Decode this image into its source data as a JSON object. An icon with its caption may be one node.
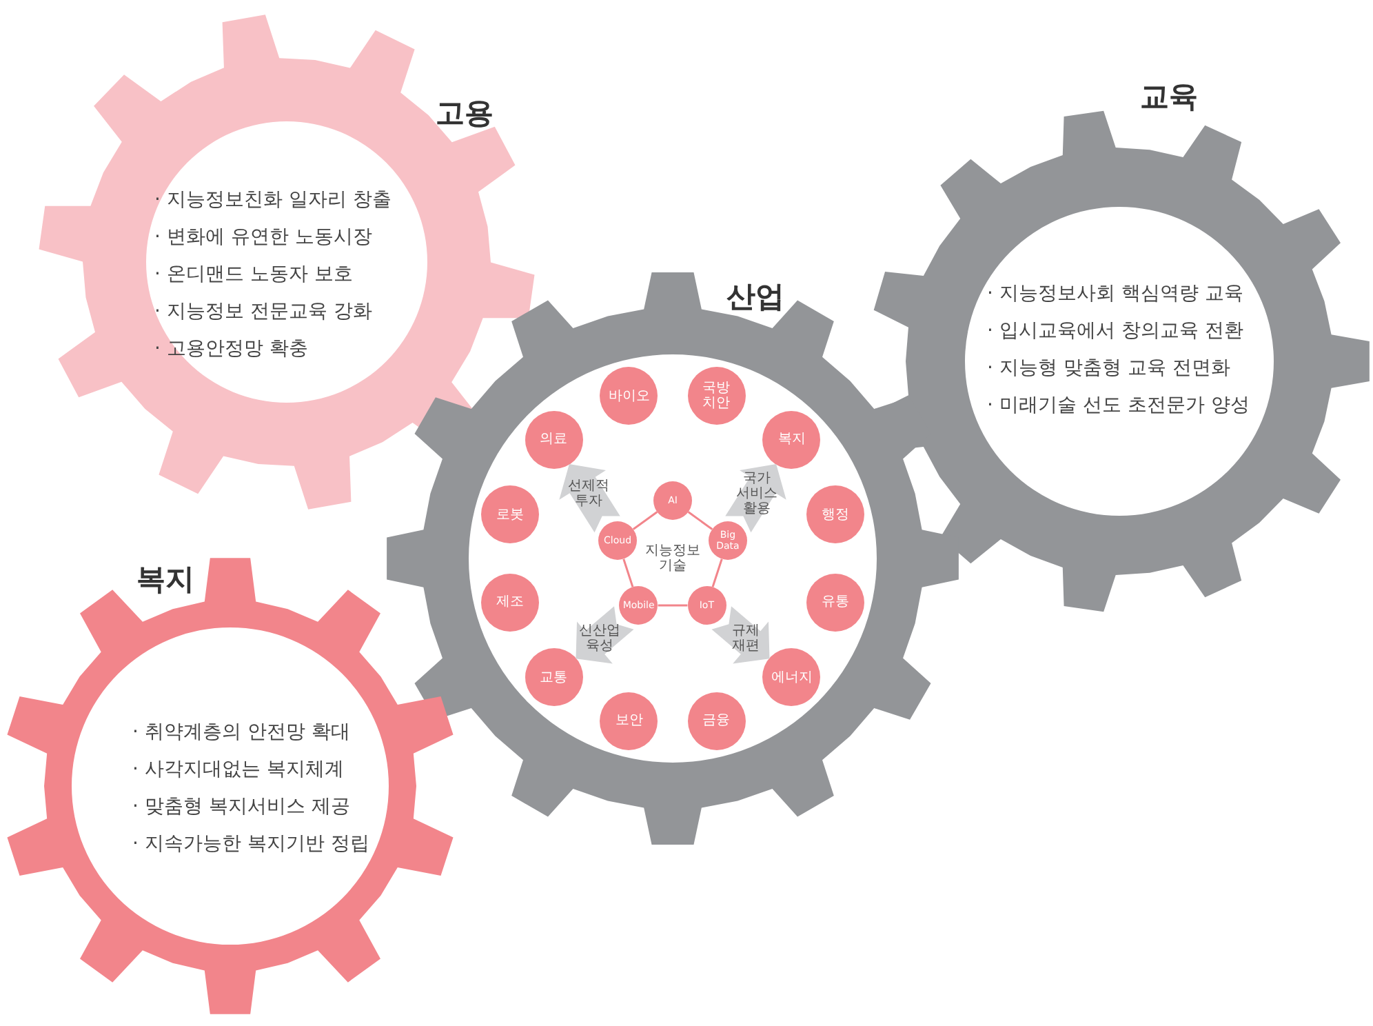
{
  "diagram": {
    "nodes": [
      {
        "text": [
          "고용",
          "· 지능정보친화 일자리 창출",
          "· 변화에 유연한 노동시장",
          "· 온디맨드 노동자 보호",
          "· 지능정보 전문교육 강화",
          "· 고용안정망 확충"
        ]
      },
      {
        "text": [
          "교육",
          "· 지능정보사회 핵심역량 교육",
          "· 입시교육에서 창의교육 전환",
          "· 지능형 맞춤형 교육 전면화",
          "· 미래기술 선도 초전문가 양성"
        ]
      },
      {
        "text": [
          "산업"
        ]
      },
      {
        "text": [
          "바이오"
        ],
        "in": 2
      },
      {
        "text": [
          "국방 치안"
        ],
        "in": 2
      },
      {
        "text": [
          "복지"
        ],
        "in": 2
      },
      {
        "text": [
          "행정"
        ],
        "in": 2
      },
      {
        "text": [
          "유통"
        ],
        "in": 2
      },
      {
        "text": [
          "에너지"
        ],
        "in": 2
      },
      {
        "text": [
          "금융"
        ],
        "in": 2
      },
      {
        "text": [
          "보안"
        ],
        "in": 2
      },
      {
        "text": [
          "교통"
        ],
        "in": 2
      },
      {
        "text": [
          "제조"
        ],
        "in": 2
      },
      {
        "text": [
          "로봇"
        ],
        "in": 2
      },
      {
        "text": [
          "의료"
        ],
        "in": 2
      },
      {
        "text": [
          "AI"
        ],
        "in": 2
      },
      {
        "text": [
          "Big Data"
        ],
        "in": 2
      },
      {
        "text": [
          "IoT"
        ],
        "in": 2
      },
      {
        "text": [
          "Mobile"
        ],
        "in": 2
      },
      {
        "text": [
          "Cloud"
        ],
        "in": 2
      },
      {
        "text": [
          "복지",
          "· 취약계층의 안전망 확대",
          "· 사각지대없는 복지체계",
          "· 맞춤형 복지서비스 제공",
          "· 지속가능한 복지기반 정립"
        ]
      }
    ],
    "edges": [
      {
        "from": 15,
        "to": 16,
        "arrow": "none"
      },
      {
        "from": 16,
        "to": 17,
        "arrow": "none"
      },
      {
        "from": 17,
        "to": 18,
        "arrow": "none"
      },
      {
        "from": 18,
        "to": 19,
        "arrow": "none"
      },
      {
        "from": 19,
        "to": 15,
        "arrow": "none"
      },
      {
        "from": 19,
        "to": 14,
        "arrow": "to",
        "label": "선제적 투자",
        "style": "thick",
        "color": "#d1d2d4"
      },
      {
        "from": 16,
        "to": 5,
        "arrow": "to",
        "label": "국가 서비스 활용",
        "style": "thick",
        "color": "#d1d2d4"
      },
      {
        "from": 18,
        "to": 11,
        "arrow": "to",
        "label": "신산업 육성",
        "style": "thick",
        "color": "#d1d2d4"
      },
      {
        "from": 17,
        "to": 8,
        "arrow": "to",
        "label": "규제 재편",
        "style": "thick",
        "color": "#d1d2d4"
      }
    ],
    "labels": [
      "지능정보 기술"
    ]
  }
}
